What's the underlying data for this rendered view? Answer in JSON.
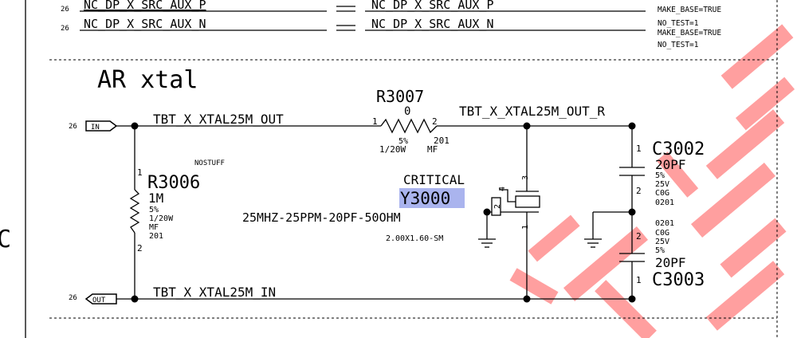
{
  "top_nets": [
    {
      "pin": "26",
      "left": "NC_DP_X_SRC_AUX_P",
      "right": "NC_DP_X_SRC_AUX_P"
    },
    {
      "pin": "26",
      "left": "NC_DP_X_SRC_AUX_N",
      "right": "NC_DP_X_SRC_AUX_N"
    }
  ],
  "top_props": [
    "MAKE_BASE=TRUE",
    "NO_TEST=1",
    "MAKE_BASE=TRUE",
    "NO_TEST=1"
  ],
  "edge_letter": "C",
  "section_title": "AR xtal",
  "ports": {
    "in": {
      "pin": "26",
      "label": "IN"
    },
    "out": {
      "pin": "26",
      "label": "OUT"
    }
  },
  "nets": {
    "xtal_out": "TBT_X_XTAL25M_OUT",
    "xtal_out_r": "TBT_X_XTAL25M_OUT_R",
    "xtal_in": "TBT_X_XTAL25M_IN"
  },
  "r3007": {
    "ref": "R3007",
    "value": "0",
    "pin1": "1",
    "pin2": "2",
    "tol": "5%",
    "power": "1/20W",
    "type": "MF",
    "size": "201"
  },
  "r3006": {
    "ref": "R3006",
    "value": "1M",
    "tol": "5%",
    "power": "1/20W",
    "type": "MF",
    "size": "201",
    "pin1": "1",
    "pin2": "2",
    "nostuff": "NOSTUFF"
  },
  "y3000": {
    "critical": "CRITICAL",
    "ref": "Y3000",
    "desc": "25MHZ-25PPM-20PF-50OHM",
    "pkg": "2.00X1.60-SM",
    "pin1": "1",
    "pin2": "2",
    "pin3": "3",
    "pin4": "4"
  },
  "c3002": {
    "ref": "C3002",
    "value": "20PF",
    "pin1": "1",
    "pin2": "2",
    "tol": "5%",
    "voltage": "25V",
    "dielectric": "C0G",
    "size": "0201"
  },
  "c3003": {
    "ref": "C3003",
    "value": "20PF",
    "pin1": "1",
    "pin2": "2",
    "size": "0201",
    "dielectric": "C0G",
    "voltage": "25V",
    "tol": "5%"
  },
  "highlight_color": "#aab4ee",
  "watermark_color": "#ff2a2a"
}
